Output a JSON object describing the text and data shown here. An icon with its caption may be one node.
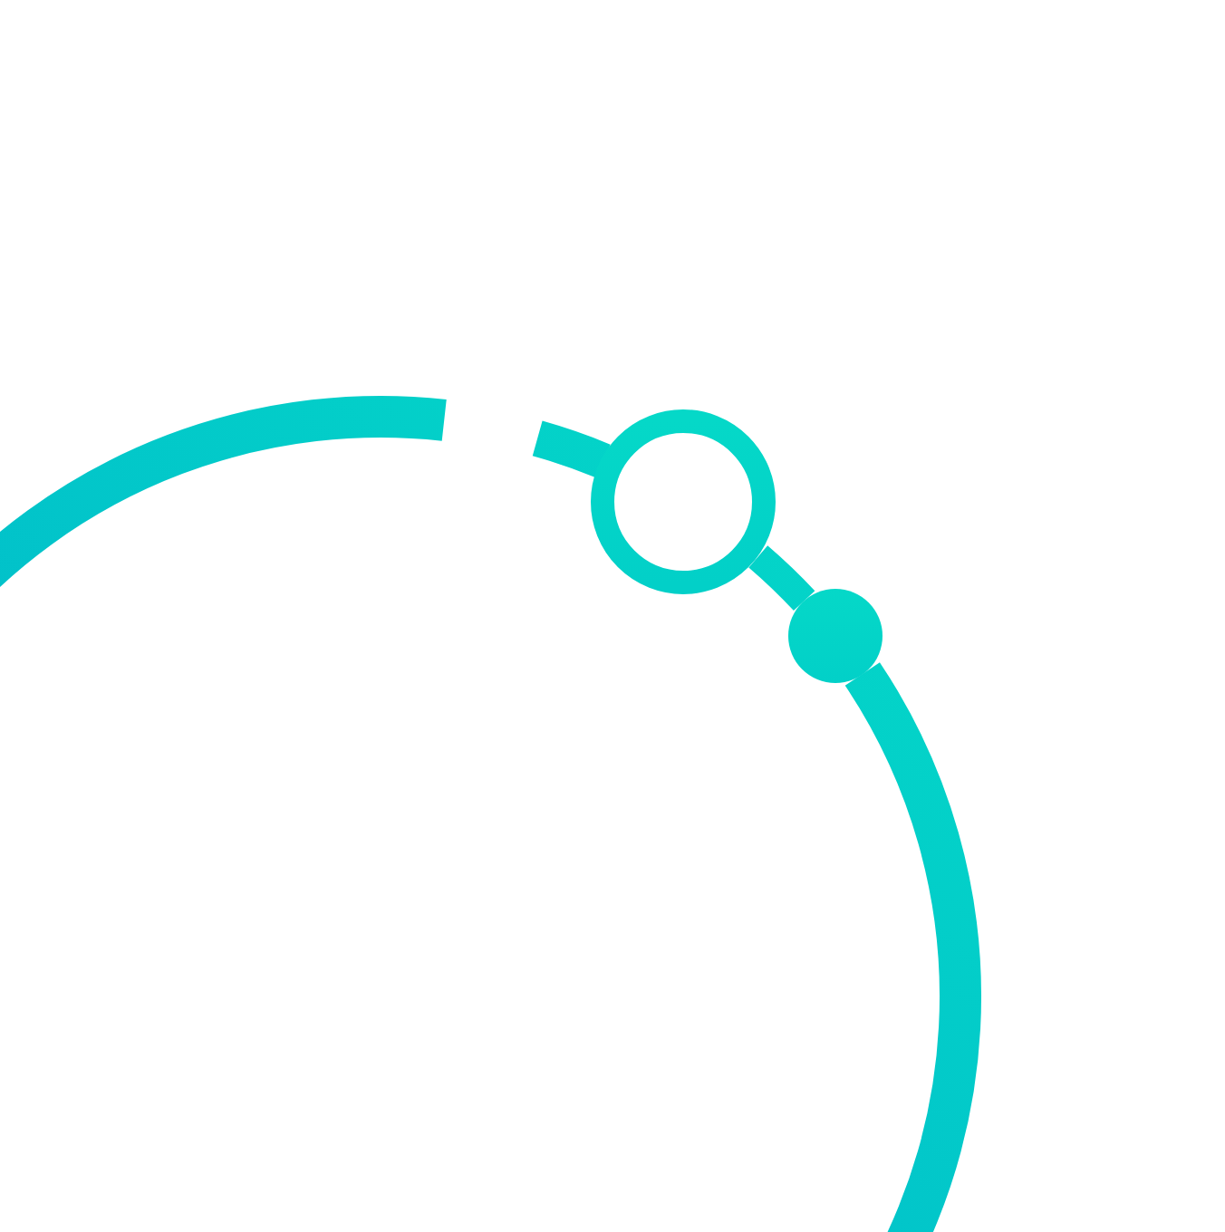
{
  "diagram": {
    "nodes": [
      {
        "text": [],
        "shape": "ring"
      },
      {
        "text": [],
        "shape": "circle"
      }
    ],
    "edges": [
      {
        "from": 0,
        "to": 1,
        "arrow": "none"
      }
    ]
  }
}
